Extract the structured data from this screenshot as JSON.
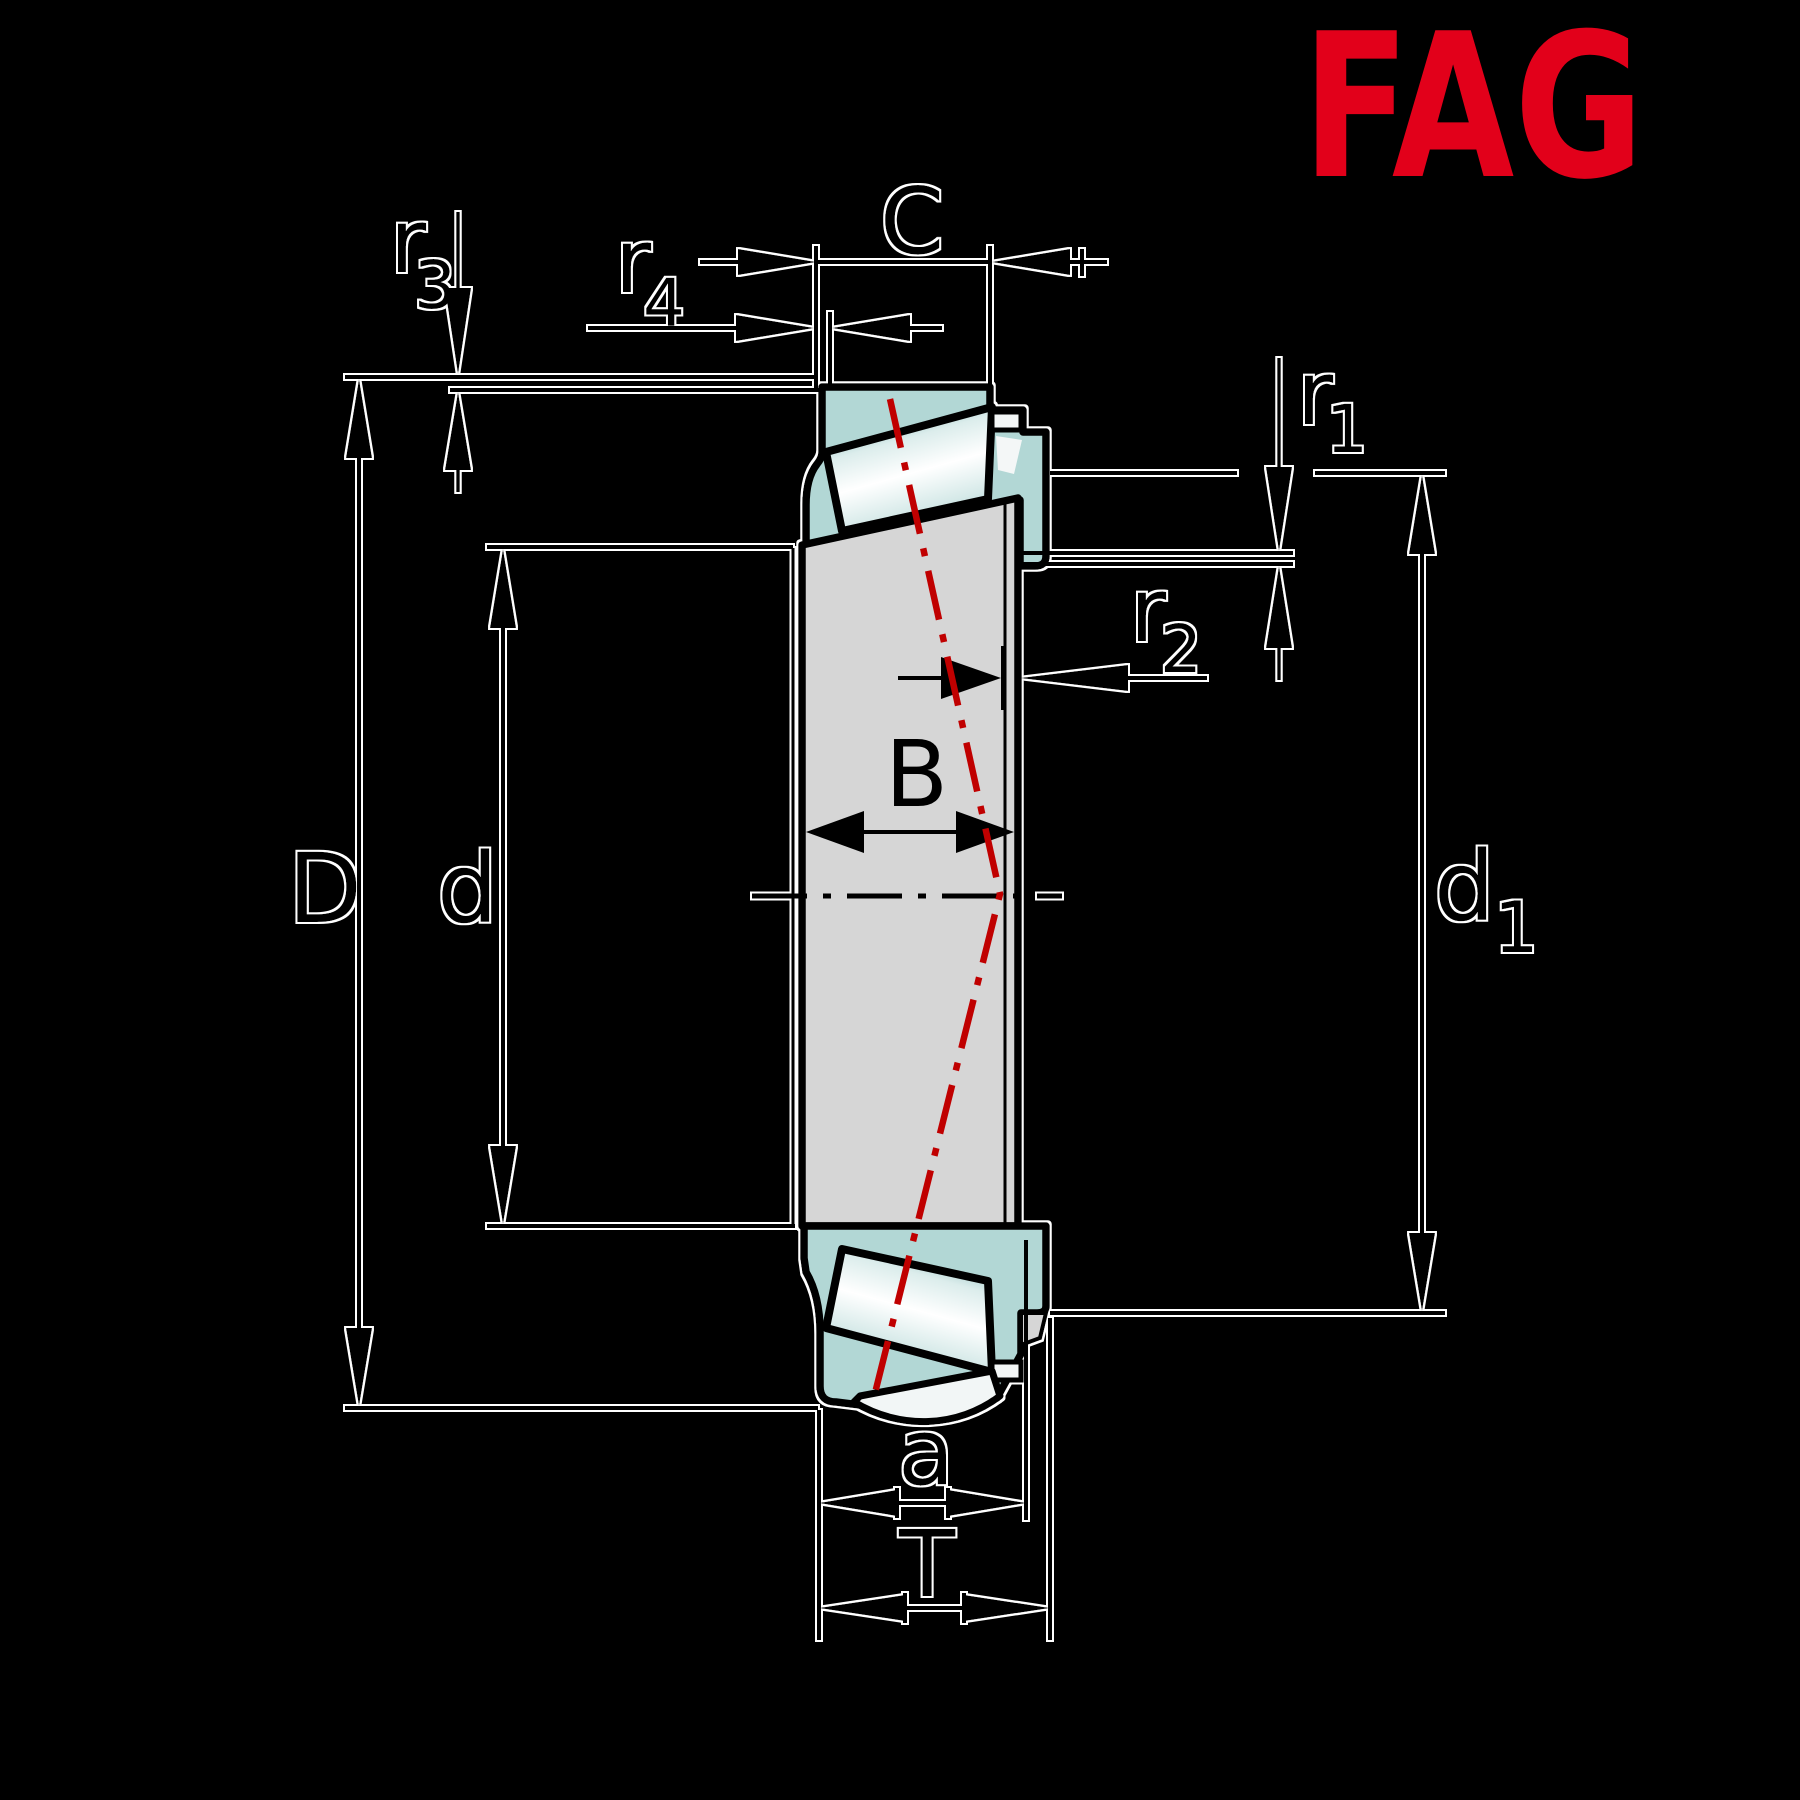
{
  "logo": {
    "text": "FAG",
    "color": "#e2001a"
  },
  "diagram": {
    "type": "tapered-roller-bearing-dimension-drawing",
    "background": "#000000",
    "line_color": "#000000",
    "halo_color": "#ffffff",
    "pressure_line_color": "#c00000",
    "fills": {
      "cage": "#b2d7d5",
      "ring": "#d6d6d6",
      "roller_edge": "#8fc0c0",
      "roller_mid": "#ffffff",
      "outer_ring_bottom": "#f2f6f6"
    },
    "labels": {
      "C": {
        "text": "C"
      },
      "r3": {
        "text": "r",
        "sub": "3"
      },
      "r4": {
        "text": "r",
        "sub": "4"
      },
      "r1": {
        "text": "r",
        "sub": "1"
      },
      "r2": {
        "text": "r",
        "sub": "2"
      },
      "B": {
        "text": "B"
      },
      "D": {
        "text": "D"
      },
      "d": {
        "text": "d"
      },
      "d1": {
        "text": "d",
        "sub": "1"
      },
      "a": {
        "text": "a"
      },
      "T": {
        "text": "T"
      }
    }
  }
}
